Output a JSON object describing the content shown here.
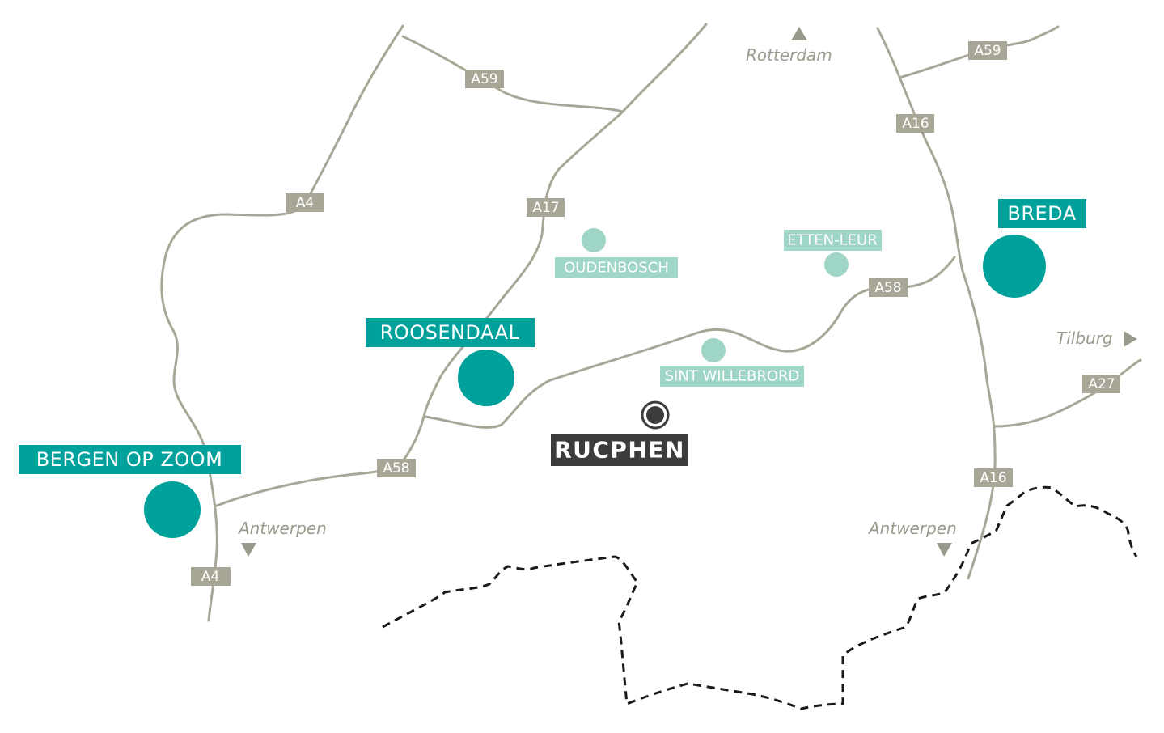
{
  "colors": {
    "city_primary": "#00a19a",
    "city_secondary": "#9fd6c7",
    "home": "#3d3c3c",
    "road": "#a8a797",
    "border": "#1a1a1a",
    "direction_text": "#9a9a8c"
  },
  "roads": {
    "a59_left": "A59",
    "a4_upper": "A4",
    "a17": "A17",
    "a58_left": "A58",
    "a4_lower": "A4",
    "a58_right": "A58",
    "a59_right": "A59",
    "a16_upper": "A16",
    "a27": "A27",
    "a16_lower": "A16"
  },
  "cities": {
    "bergen_op_zoom": "BERGEN OP ZOOM",
    "roosendaal": "ROOSENDAAL",
    "breda": "BREDA",
    "oudenbosch": "OUDENBOSCH",
    "etten_leur": "ETTEN-LEUR",
    "sint_willebrord": "SINT WILLEBRORD",
    "rucphen": "RUCPHEN"
  },
  "directions": {
    "rotterdam": "Rotterdam",
    "tilburg": "Tilburg",
    "antwerpen_west": "Antwerpen",
    "antwerpen_east": "Antwerpen"
  },
  "icons": {
    "home_marker": "target-circle-icon",
    "direction_up": "triangle-up-icon",
    "direction_down": "triangle-down-icon",
    "direction_right": "triangle-right-icon"
  }
}
